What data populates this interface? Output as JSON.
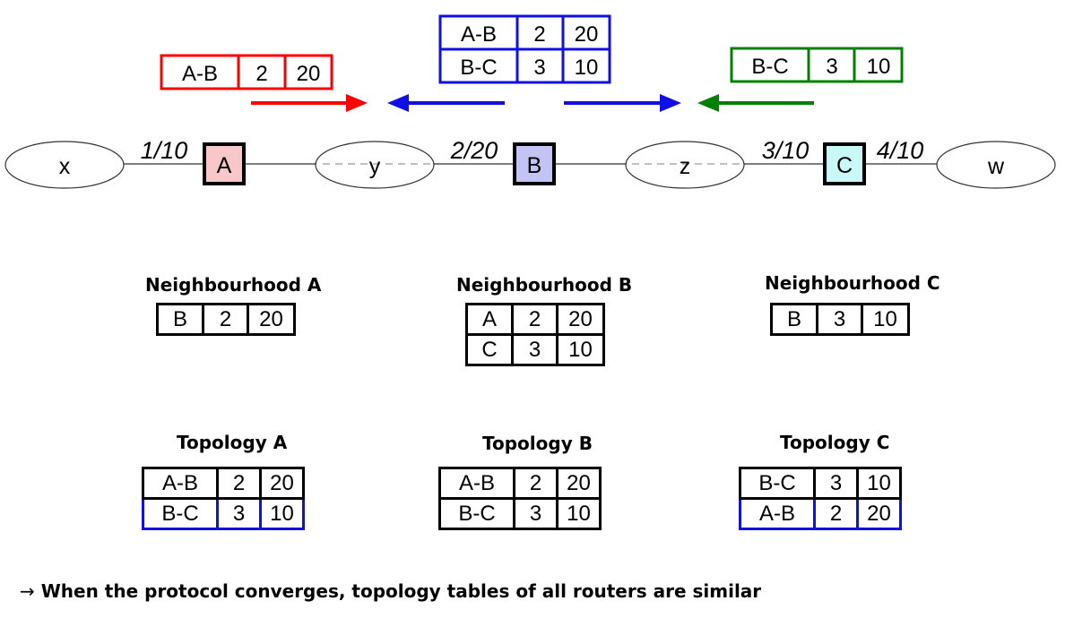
{
  "nodes": {
    "x": "x",
    "y": "y",
    "z": "z",
    "w": "w",
    "A": "A",
    "B": "B",
    "C": "C"
  },
  "links": {
    "xA": "1/10",
    "yB": "2/20",
    "zC": "3/10",
    "Cw": "4/10"
  },
  "colors": {
    "red": "#ff0000",
    "blue": "#1010e6",
    "green": "#008000",
    "router_a": "#f8c8c8",
    "router_b": "#c4c4f4",
    "router_c": "#c8f8f8"
  },
  "messages": {
    "red": [
      {
        "link": "A-B",
        "seq": "2",
        "cost": "20"
      }
    ],
    "blue": [
      {
        "link": "A-B",
        "seq": "2",
        "cost": "20"
      },
      {
        "link": "B-C",
        "seq": "3",
        "cost": "10"
      }
    ],
    "green": [
      {
        "link": "B-C",
        "seq": "3",
        "cost": "10"
      }
    ]
  },
  "neighbourhood": {
    "a": {
      "title": "Neighbourhood A",
      "rows": [
        {
          "n": "B",
          "seq": "2",
          "cost": "20"
        }
      ]
    },
    "b": {
      "title": "Neighbourhood B",
      "rows": [
        {
          "n": "A",
          "seq": "2",
          "cost": "20"
        },
        {
          "n": "C",
          "seq": "3",
          "cost": "10"
        }
      ]
    },
    "c": {
      "title": "Neighbourhood C",
      "rows": [
        {
          "n": "B",
          "seq": "3",
          "cost": "10"
        }
      ]
    }
  },
  "topology": {
    "a": {
      "title": "Topology A",
      "rows": [
        {
          "link": "A-B",
          "seq": "2",
          "cost": "20"
        },
        {
          "link": "B-C",
          "seq": "3",
          "cost": "10"
        }
      ]
    },
    "b": {
      "title": "Topology B",
      "rows": [
        {
          "link": "A-B",
          "seq": "2",
          "cost": "20"
        },
        {
          "link": "B-C",
          "seq": "3",
          "cost": "10"
        }
      ]
    },
    "c": {
      "title": "Topology C",
      "rows": [
        {
          "link": "B-C",
          "seq": "3",
          "cost": "10"
        },
        {
          "link": "A-B",
          "seq": "2",
          "cost": "20"
        }
      ]
    }
  },
  "footer": {
    "arrow": "→",
    "text": "When the protocol converges, topology tables of all routers are similar"
  }
}
